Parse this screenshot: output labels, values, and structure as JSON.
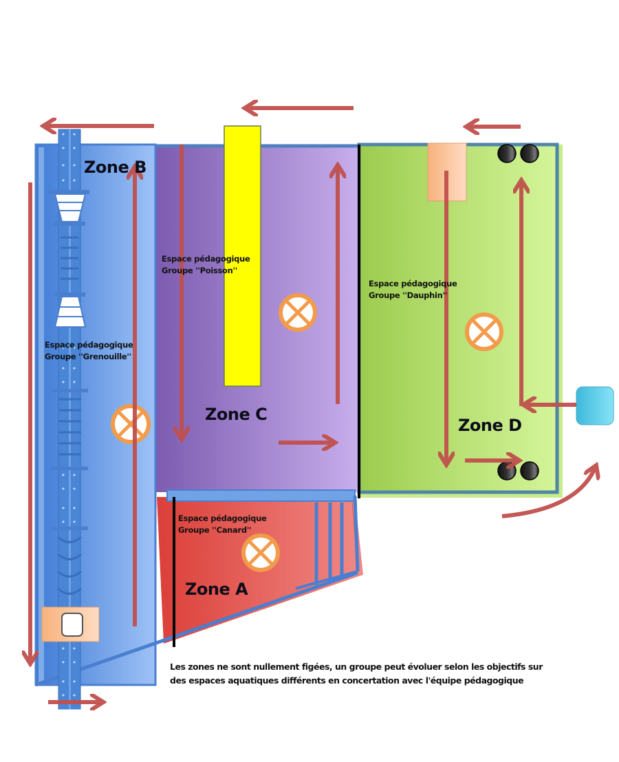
{
  "title": "Plan des zones du bassin",
  "colors": {
    "zone_a": "#e0524a",
    "zone_b": "#5f96e0",
    "zone_c": "#a07ed0",
    "zone_d": "#b4de6e",
    "arrow": "#c0504d",
    "marker": "#f29b4a",
    "lane_blue": "#4a7fd0",
    "yellow_bar": "#ffff00"
  },
  "zones": [
    {
      "id": "A",
      "label": "Zone A",
      "espace_line1": "Espace pédagogique",
      "espace_line2": "Groupe ''Canard''"
    },
    {
      "id": "B",
      "label": "Zone B",
      "espace_line1": "Espace pédagogique",
      "espace_line2": "Groupe ''Grenouille''"
    },
    {
      "id": "C",
      "label": "Zone C",
      "espace_line1": "Espace pédagogique",
      "espace_line2": "Groupe ''Poisson''"
    },
    {
      "id": "D",
      "label": "Zone D",
      "espace_line1": "Espace pédagogique",
      "espace_line2": "Groupe ''Dauphin''"
    }
  ],
  "markers": [
    {
      "zone": "A",
      "icon": "circle-x-marker-icon"
    },
    {
      "zone": "B",
      "icon": "circle-x-marker-icon"
    },
    {
      "zone": "C",
      "icon": "circle-x-marker-icon"
    },
    {
      "zone": "D",
      "icon": "circle-x-marker-icon"
    }
  ],
  "note": {
    "line1": "Les zones ne sont nullement figées, un groupe peut évoluer selon les objectifs sur",
    "line2": "des espaces aquatiques différents en concertation avec l'équipe pédagogique"
  }
}
